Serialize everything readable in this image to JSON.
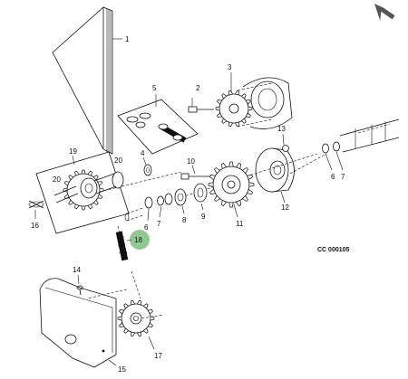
{
  "reference_code": "CC 000105",
  "highlight_color": "#7bbf7b",
  "nav_icon": "arrow-down-right-icon",
  "callouts": {
    "c1": "1",
    "c2": "2",
    "c3": "3",
    "c4": "4",
    "c5": "5",
    "c6": "6",
    "c6b": "6",
    "c7": "7",
    "c8": "8",
    "c9": "9",
    "c10": "10",
    "c11": "11",
    "c12": "12",
    "c13": "13",
    "c14": "14",
    "c15": "15",
    "c16": "16",
    "c17": "17",
    "c18": "18",
    "c19": "19",
    "c20a": "20",
    "c20b": "20"
  }
}
